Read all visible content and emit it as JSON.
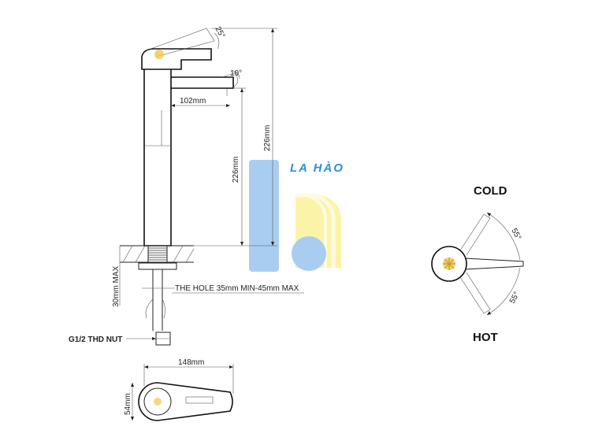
{
  "front_view": {
    "dim_spout_reach": "102mm",
    "dim_spout_height": "226mm",
    "dim_total_height": "226mm",
    "angle_handle": "25°",
    "angle_spout": "10°",
    "dim_thickness": "30mm MAX",
    "hole_note": "THE HOLE 35mm MIN-45mm MAX",
    "nut_label": "G1/2 THD NUT"
  },
  "top_view": {
    "dim_length": "148mm",
    "dim_width": "54mm"
  },
  "handle_view": {
    "cold_label": "COLD",
    "hot_label": "HOT",
    "angle_cold": "55°",
    "angle_hot": "55°"
  },
  "watermark": {
    "text": "LA HÀO"
  },
  "colors": {
    "watermark_blue": "#a9cdf0",
    "watermark_yellow": "#fbf3a8",
    "logo_text": "#2d8fd8",
    "line": "#222222"
  }
}
